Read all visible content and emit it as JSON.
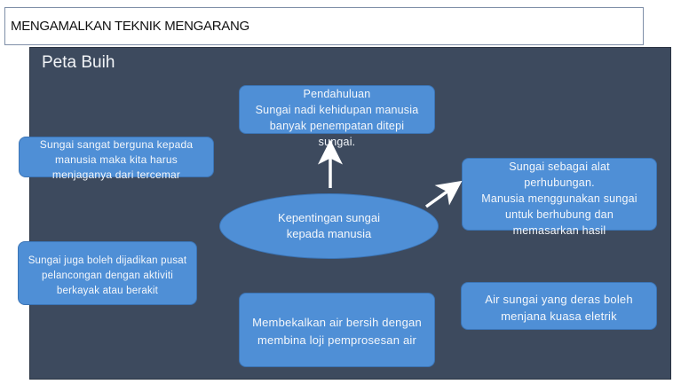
{
  "header": {
    "title": "MENGAMALKAN TEKNIK MENGARANG"
  },
  "map": {
    "title": "Peta Buih",
    "center": "Kepentingan sungai\nkepada manusia",
    "bubbles": {
      "intro": "Pendahuluan\nSungai nadi kehidupan manusia\nbanyak penempatan ditepi\nsungai.",
      "transport": "Sungai sebagai alat\nperhubungan.\nManusia menggunakan sungai\nuntuk berhubung dan\nmemasarkan hasil",
      "protect": "Sungai sangat berguna kepada\nmanusia maka kita harus\nmenjaganya dari tercemar",
      "tourism": "Sungai juga boleh dijadikan pusat\npelancongan dengan aktiviti\nberkayak atau berakit",
      "water": "Membekalkan air bersih dengan\nmembina loji pemprosesan air",
      "power": "Air sungai yang deras  boleh\nmenjana kuasa eletrik"
    }
  },
  "colors": {
    "panel": "#3d4a5e",
    "bubble": "#4f8fd6",
    "text": "#f4f7fb",
    "arrow": "#ffffff"
  }
}
